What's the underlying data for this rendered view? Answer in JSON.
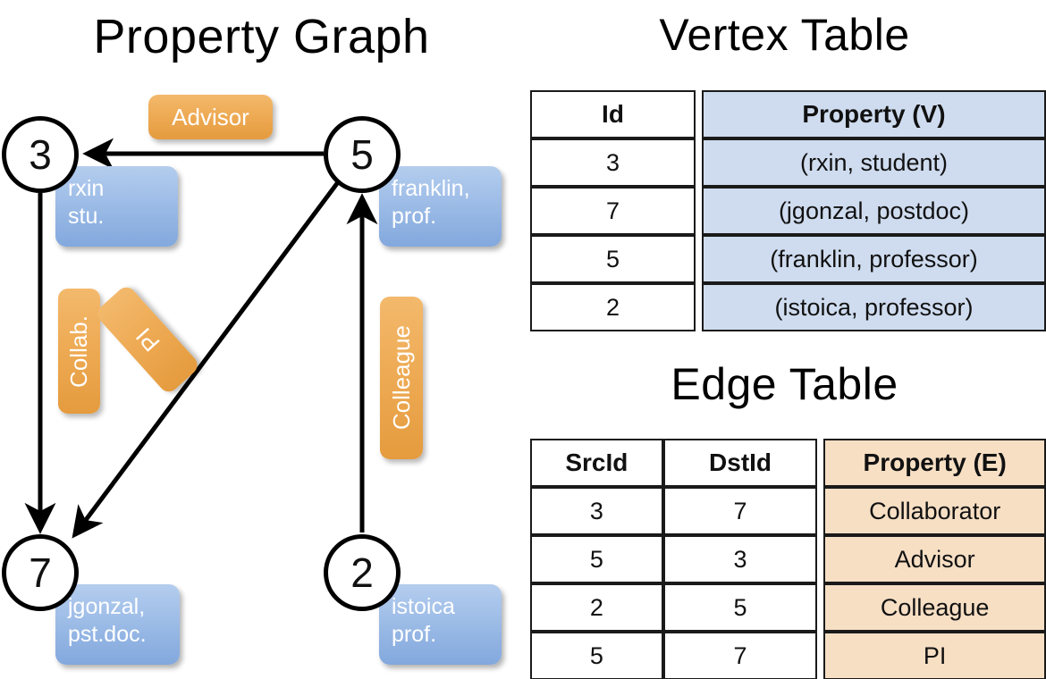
{
  "titles": {
    "property_graph": "Property Graph",
    "vertex_table": "Vertex Table",
    "edge_table": "Edge Table"
  },
  "graph": {
    "nodes": [
      {
        "id": "3",
        "label": "3",
        "property_box": "rxin\nstu."
      },
      {
        "id": "5",
        "label": "5",
        "property_box": "franklin,\nprof."
      },
      {
        "id": "7",
        "label": "7",
        "property_box": "jgonzal,\npst.doc."
      },
      {
        "id": "2",
        "label": "2",
        "property_box": "istoica\nprof."
      }
    ],
    "edge_labels": [
      {
        "key": "advisor",
        "text": "Advisor",
        "from": "5",
        "to": "3"
      },
      {
        "key": "collab",
        "text": "Collab.",
        "from": "3",
        "to": "7"
      },
      {
        "key": "pi",
        "text": "PI",
        "from": "5",
        "to": "7"
      },
      {
        "key": "colleague",
        "text": "Colleague",
        "from": "2",
        "to": "5"
      }
    ]
  },
  "vertex_table": {
    "columns": [
      "Id",
      "Property (V)"
    ],
    "rows": [
      {
        "id": "3",
        "property": "(rxin, student)"
      },
      {
        "id": "7",
        "property": "(jgonzal, postdoc)"
      },
      {
        "id": "5",
        "property": "(franklin, professor)"
      },
      {
        "id": "2",
        "property": "(istoica, professor)"
      }
    ]
  },
  "edge_table": {
    "columns": [
      "SrcId",
      "DstId",
      "Property (E)"
    ],
    "rows": [
      {
        "src": "3",
        "dst": "7",
        "property": "Collaborator"
      },
      {
        "src": "5",
        "dst": "3",
        "property": "Advisor"
      },
      {
        "src": "2",
        "dst": "5",
        "property": "Colleague"
      },
      {
        "src": "5",
        "dst": "7",
        "property": "PI"
      }
    ]
  },
  "colors": {
    "vertex_property_fill": "#cfdcef",
    "edge_property_fill": "#f7dfc4",
    "vertex_callout": "#a1bfe8",
    "edge_chip": "#eeab55",
    "stroke": "#000000",
    "background": "#ffffff"
  }
}
